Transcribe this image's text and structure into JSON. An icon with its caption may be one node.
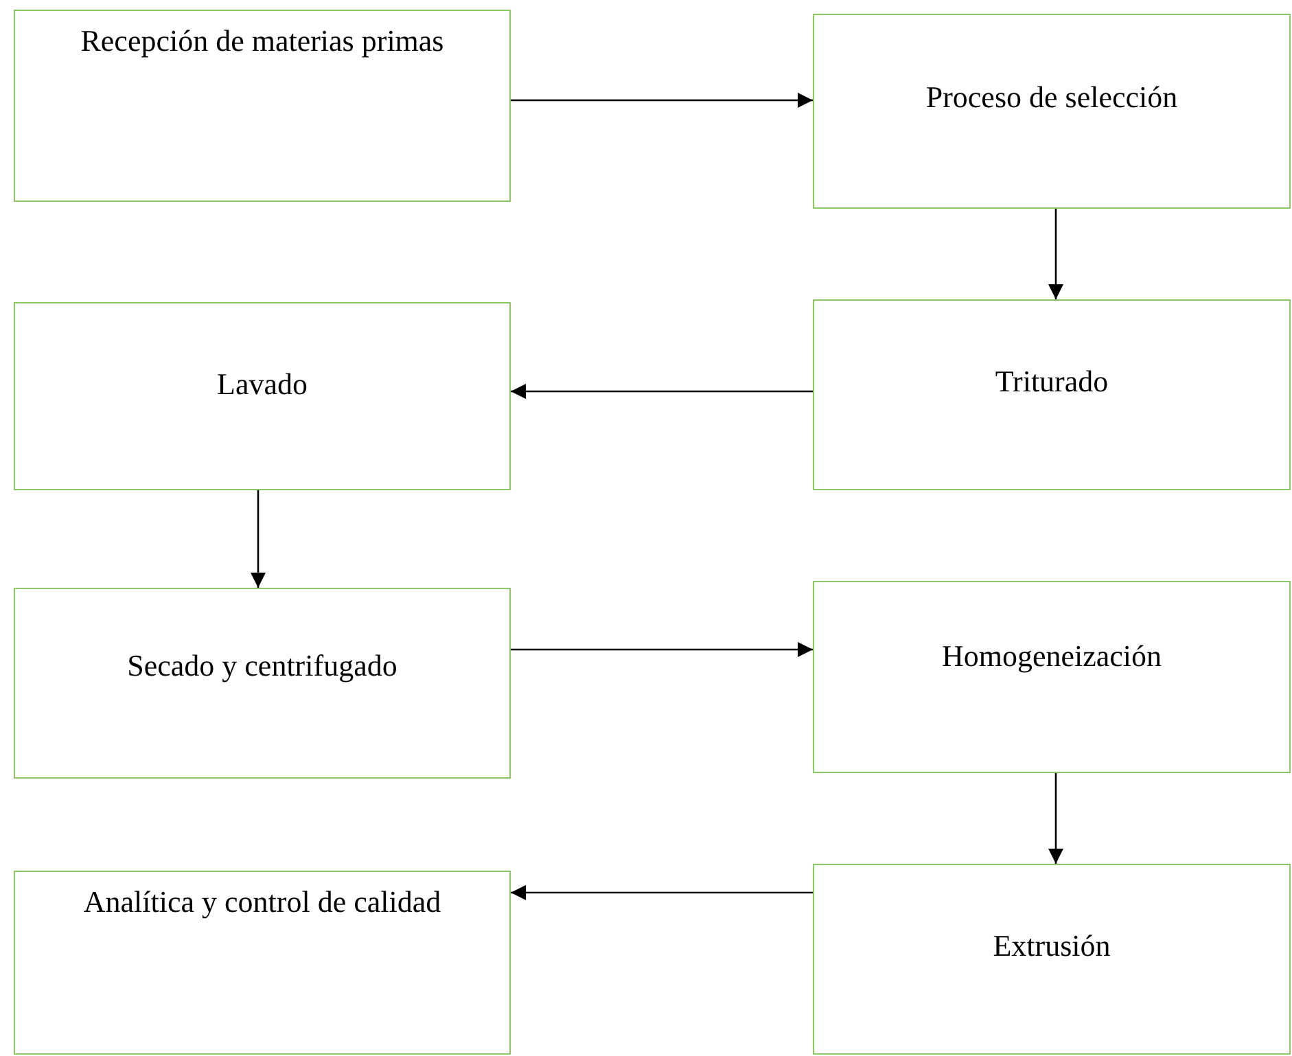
{
  "diagram": {
    "nodes": [
      {
        "text": [
          "Recepción de materias primas"
        ]
      },
      {
        "text": [
          "Proceso de selección"
        ]
      },
      {
        "text": [
          "Lavado"
        ]
      },
      {
        "text": [
          "Triturado"
        ]
      },
      {
        "text": [
          "Secado y centrifugado"
        ]
      },
      {
        "text": [
          "Homogeneización"
        ]
      },
      {
        "text": [
          "Analítica y control de calidad"
        ]
      },
      {
        "text": [
          "Extrusión"
        ]
      }
    ],
    "edges": [
      {
        "from": 0,
        "to": 1,
        "arrow": "to"
      },
      {
        "from": 1,
        "to": 3,
        "arrow": "to"
      },
      {
        "from": 3,
        "to": 2,
        "arrow": "to"
      },
      {
        "from": 2,
        "to": 4,
        "arrow": "to"
      },
      {
        "from": 4,
        "to": 5,
        "arrow": "to"
      },
      {
        "from": 5,
        "to": 7,
        "arrow": "to"
      },
      {
        "from": 7,
        "to": 6,
        "arrow": "to"
      }
    ]
  }
}
